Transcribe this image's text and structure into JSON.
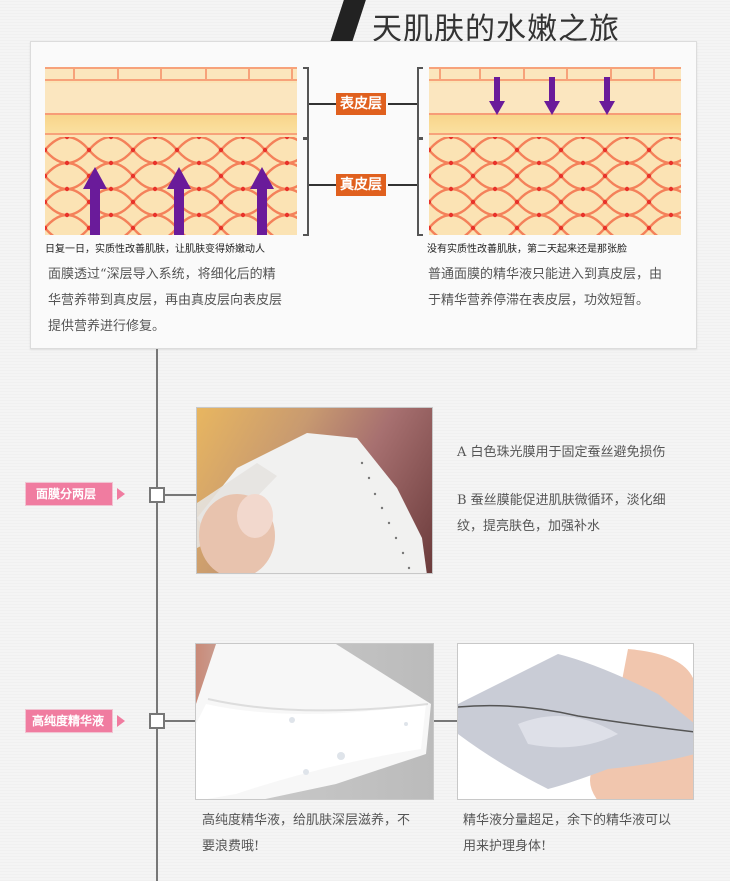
{
  "header": {
    "title": "天肌肤的水嫩之旅"
  },
  "comparison": {
    "layers": {
      "epidermis": "表皮层",
      "dermis": "真皮层"
    },
    "left": {
      "caption": "日复一日，实质性改善肌肤，让肌肤变得娇嫩动人",
      "description_lines": [
        "面膜透过“深层导入系统，将细化后的精",
        "华营养带到真皮层，再由真皮层向表皮层",
        "提供营养进行修复。"
      ],
      "arrow_direction": "up",
      "arrow_count": 3
    },
    "right": {
      "caption": "没有实质性改善肌肤，第二天起来还是那张脸",
      "description_lines": [
        "普通面膜的精华液只能进入到真皮层，由",
        "于精华营养停滞在表皮层，功效短暂。"
      ],
      "arrow_direction": "down",
      "arrow_count": 3
    },
    "colors": {
      "layer_tag": "#e0601e",
      "arrow": "#6a1b9a",
      "skin_base": "#fbe3b4",
      "net_line": "#f4815a",
      "net_dot": "#e8322a"
    }
  },
  "timeline": {
    "sections": [
      {
        "tag": "面膜分两层",
        "texts": [
          "A 白色珠光膜用于固定蚕丝避免损伤",
          "B 蚕丝膜能促进肌肤微循环，淡化细",
          "纹，提亮肤色，加强补水"
        ]
      },
      {
        "tag": "高纯度精华液",
        "captions": [
          {
            "lines": [
              "高纯度精华液，给肌肤深层滋养，不",
              "要浪费哦!"
            ]
          },
          {
            "lines": [
              "精华液分量超足，余下的精华液可以",
              "用来护理身体!"
            ]
          }
        ]
      }
    ],
    "colors": {
      "tag": "#f07ca0",
      "line": "#777777"
    }
  }
}
